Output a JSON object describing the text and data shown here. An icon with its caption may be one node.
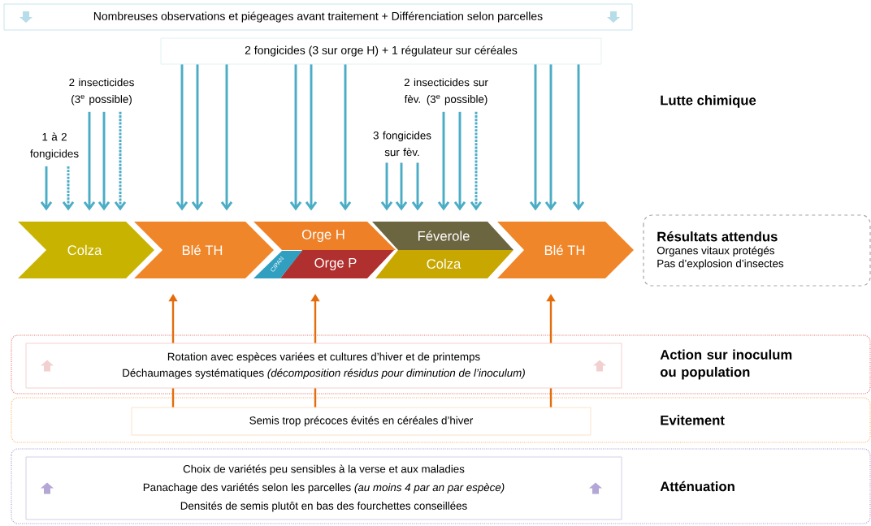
{
  "diagram": {
    "nodes": [
      {
        "text": [
          "Nombreuses observations et piégeages avant traitement + Différenciation selon parcelles"
        ]
      },
      {
        "text": [
          "2 fongicides (3 sur orge H) + 1 régulateur sur céréales"
        ]
      },
      {
        "text": [
          "2 insecticides (3$^{e}$ possible)"
        ]
      },
      {
        "text": [
          "1 à 2 fongicides"
        ]
      },
      {
        "text": [
          "3 fongicides sur fèv."
        ]
      },
      {
        "text": [
          "2 insecticides sur fèv. (3$^{e}$ possible)"
        ]
      },
      {
        "text": [
          "Colza"
        ]
      },
      {
        "text": [
          "Blé TH"
        ]
      },
      {
        "text": [
          "Orge H"
        ]
      },
      {
        "text": [
          "Orge P"
        ]
      },
      {
        "text": [
          "CIPAN"
        ]
      },
      {
        "text": [
          "Féverole"
        ]
      },
      {
        "text": [
          "Colza"
        ]
      },
      {
        "text": [
          "Blé TH"
        ]
      },
      {
        "text": [
          "Résultats attendus",
          "Organes vitaux protégés",
          "Pas d’explosion d’insectes"
        ]
      },
      {
        "text": [
          "Action sur inoculum ou population"
        ]
      },
      {
        "text": [
          "Rotation avec espèces variées et cultures d’hiver et de printemps",
          "Déchaumages systématiques *(décomposition résidus pour diminution de l’inoculum)*"
        ],
        "in": 15
      },
      {
        "text": [
          "Evitement"
        ]
      },
      {
        "text": [
          "Semis trop précoces évités en céréales d’hiver"
        ],
        "in": 17
      },
      {
        "text": [
          "Atténuation"
        ]
      },
      {
        "text": [
          "Choix de variétés peu sensibles à la verse et aux maladies",
          "Panachage des variétés selon les parcelles *(au moins 4 par an par espèce)*",
          "Densités de semis plutôt en bas des fourchettes conseillées"
        ],
        "in": 19
      }
    ],
    "edges": [
      {
        "from": 3,
        "to": 6,
        "arrow": "to"
      },
      {
        "from": 3,
        "to": 6,
        "arrow": "to",
        "style": "dashed"
      },
      {
        "from": 2,
        "to": 6,
        "arrow": "to"
      },
      {
        "from": 2,
        "to": 6,
        "arrow": "to"
      },
      {
        "from": 2,
        "to": 6,
        "arrow": "to",
        "style": "dashed"
      },
      {
        "from": 1,
        "to": 7,
        "arrow": "to"
      },
      {
        "from": 1,
        "to": 7,
        "arrow": "to"
      },
      {
        "from": 1,
        "to": 7,
        "arrow": "to"
      },
      {
        "from": 1,
        "to": 8,
        "arrow": "to"
      },
      {
        "from": 1,
        "to": 8,
        "arrow": "to"
      },
      {
        "from": 1,
        "to": 8,
        "arrow": "to"
      },
      {
        "from": 4,
        "to": 11,
        "arrow": "to"
      },
      {
        "from": 4,
        "to": 11,
        "arrow": "to"
      },
      {
        "from": 4,
        "to": 11,
        "arrow": "to"
      },
      {
        "from": 5,
        "to": 11,
        "arrow": "to"
      },
      {
        "from": 5,
        "to": 11,
        "arrow": "to"
      },
      {
        "from": 5,
        "to": 11,
        "arrow": "to",
        "style": "dashed"
      },
      {
        "from": 1,
        "to": 13,
        "arrow": "to"
      },
      {
        "from": 1,
        "to": 13,
        "arrow": "to"
      },
      {
        "from": 1,
        "to": 13,
        "arrow": "to"
      },
      {
        "from": 18,
        "to": 16,
        "arrow": "none",
        "color": "#e46c0a"
      },
      {
        "from": 18,
        "to": 16,
        "arrow": "none",
        "color": "#e46c0a"
      },
      {
        "from": 18,
        "to": 16,
        "arrow": "none",
        "color": "#e46c0a"
      },
      {
        "from": 16,
        "to": 7,
        "arrow": "to",
        "color": "#e46c0a"
      },
      {
        "from": 16,
        "to": 9,
        "arrow": "to",
        "color": "#e46c0a"
      },
      {
        "from": 16,
        "to": 13,
        "arrow": "to",
        "color": "#e46c0a"
      }
    ],
    "labels": [
      "Lutte chimique"
    ]
  }
}
